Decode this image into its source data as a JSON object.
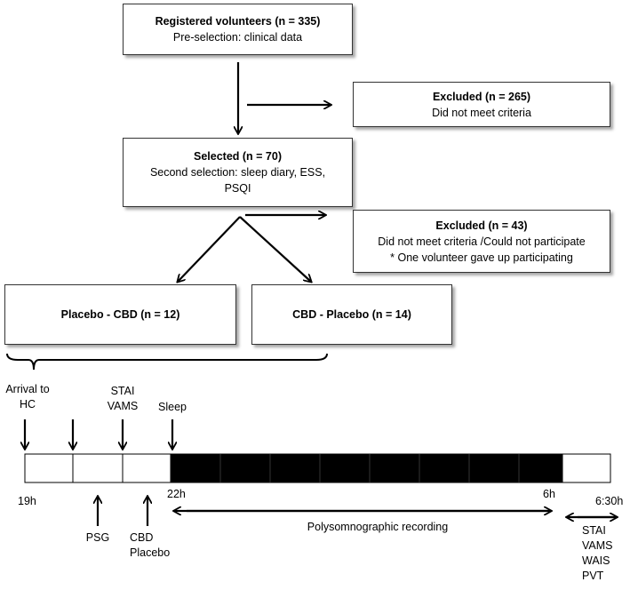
{
  "flow": {
    "registered": {
      "title": "Registered volunteers (n = 335)",
      "subtitle": "Pre-selection: clinical data"
    },
    "excluded1": {
      "title": "Excluded (n = 265)",
      "subtitle": "Did not meet criteria"
    },
    "selected": {
      "title": "Selected (n = 70)",
      "line2": "Second selection: sleep diary, ESS,",
      "line3": "PSQI"
    },
    "excluded2": {
      "title": "Excluded (n = 43)",
      "line2": "Did not meet criteria /Could not participate",
      "line3": "* One volunteer gave up participating"
    },
    "group_a": {
      "title": "Placebo - CBD (n = 12)"
    },
    "group_b": {
      "title": "CBD - Placebo (n = 14)"
    }
  },
  "timeline": {
    "top_labels": {
      "arrival_line1": "Arrival to",
      "arrival_line2": "HC",
      "stai": "STAI",
      "vams": "VAMS",
      "sleep": "Sleep"
    },
    "times": {
      "t19": "19h",
      "t22": "22h",
      "t6": "6h",
      "t630": "6:30h"
    },
    "bottom_labels": {
      "psg": "PSG",
      "cbd": "CBD",
      "placebo": "Placebo",
      "recording": "Polysomnographic recording"
    },
    "post_tests": [
      "STAI",
      "VAMS",
      "WAIS",
      "PVT"
    ]
  }
}
